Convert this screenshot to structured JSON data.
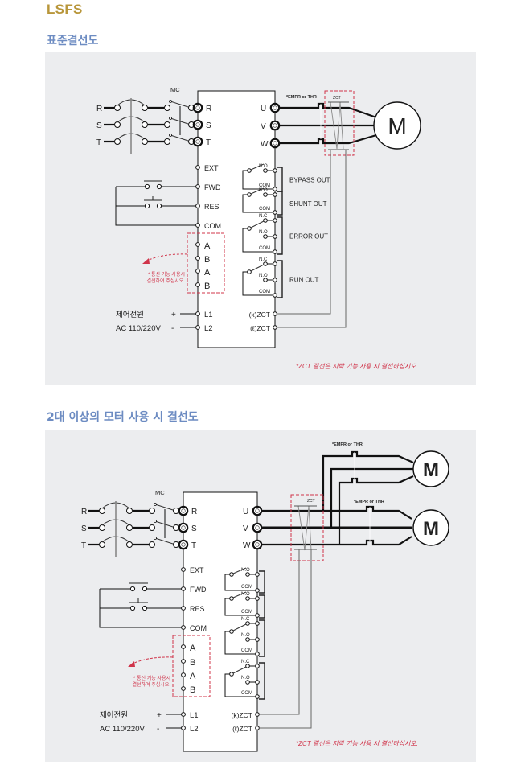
{
  "brand": "LSFS",
  "sections": [
    {
      "title": "표준결선도",
      "diagram": {
        "mc_label": "MC",
        "supply_phases": [
          "R",
          "S",
          "T"
        ],
        "input_terminals": [
          "R",
          "S",
          "T"
        ],
        "output_terminals": [
          "U",
          "V",
          "W"
        ],
        "control_terminals": [
          "EXT",
          "FWD",
          "RES",
          "COM"
        ],
        "comm_terminals": [
          "A",
          "B",
          "A",
          "B"
        ],
        "power_terminals": [
          "L1",
          "L2"
        ],
        "power_labels": [
          "제어전원",
          "AC 110/220V"
        ],
        "power_signs": [
          "+",
          "-"
        ],
        "zct_terminals": [
          "(k)ZCT",
          "(ℓ)ZCT"
        ],
        "comm_note": [
          "* 통신 기능 사용시",
          "결선하여 주십시오."
        ],
        "relay_contact_labels": {
          "no": "N.O",
          "nc": "N.C",
          "com": "COM"
        },
        "relay_outputs": [
          "BYPASS OUT",
          "SHUNT OUT",
          "ERROR OUT",
          "RUN OUT"
        ],
        "empr_label": "*EMPR or THR",
        "zct_label": "ZCT",
        "motors": [
          "M"
        ],
        "footnote": "*ZCT 결선은 지락 기능 사용 시 결선하십시오."
      }
    },
    {
      "title": "2대 이상의 모터 사용 시 결선도",
      "diagram": {
        "mc_label": "MC",
        "supply_phases": [
          "R",
          "S",
          "T"
        ],
        "input_terminals": [
          "R",
          "S",
          "T"
        ],
        "output_terminals": [
          "U",
          "V",
          "W"
        ],
        "control_terminals": [
          "EXT",
          "FWD",
          "RES",
          "COM"
        ],
        "comm_terminals": [
          "A",
          "B",
          "A",
          "B"
        ],
        "power_terminals": [
          "L1",
          "L2"
        ],
        "power_labels": [
          "제어전원",
          "AC 110/220V"
        ],
        "power_signs": [
          "+",
          "-"
        ],
        "zct_terminals": [
          "(k)ZCT",
          "(ℓ)ZCT"
        ],
        "comm_note": [
          "* 통신 기능 사용시",
          "결선하여 주십시오."
        ],
        "relay_contact_labels": {
          "no": "N.O",
          "nc": "N.C",
          "com": "COM"
        },
        "relay_outputs": [],
        "empr_labels": [
          "*EMPR or THR",
          "*EMPR or THR"
        ],
        "zct_label": "ZCT",
        "motors": [
          "M",
          "M"
        ],
        "footnote": "*ZCT 결선은 지락 기능 사용 시 결선하십시오."
      }
    }
  ],
  "colors": {
    "brand": "#b8963a",
    "section_title": "#6d8cc2",
    "panel_bg": "#ecedef",
    "wire": "#111111",
    "gray_wire": "#888888",
    "note_red": "#d0344a"
  }
}
